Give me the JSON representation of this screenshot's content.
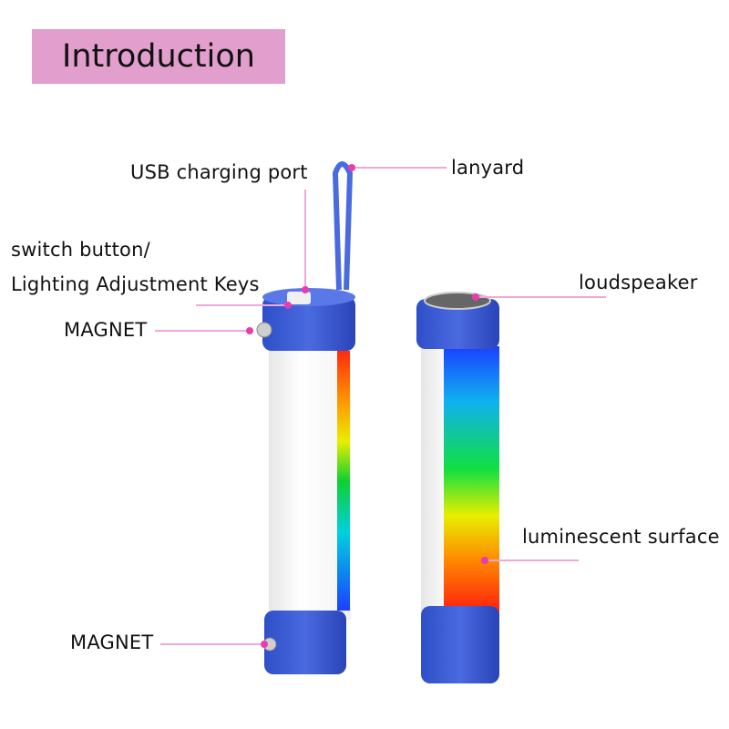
{
  "title": "Introduction",
  "labels": {
    "usb_port": "USB charging port",
    "lanyard": "lanyard",
    "switch_line1": "switch button/",
    "switch_line2": "Lighting Adjustment Keys",
    "magnet_top": "MAGNET",
    "magnet_bottom": "MAGNET",
    "loudspeaker": "loudspeaker",
    "luminescent": "luminescent surface"
  },
  "colors": {
    "title_bg": "#e29fcd",
    "leader_line": "#f0a8d8",
    "leader_dot": "#e83cb0",
    "cap_blue": "#3f5fd6"
  }
}
